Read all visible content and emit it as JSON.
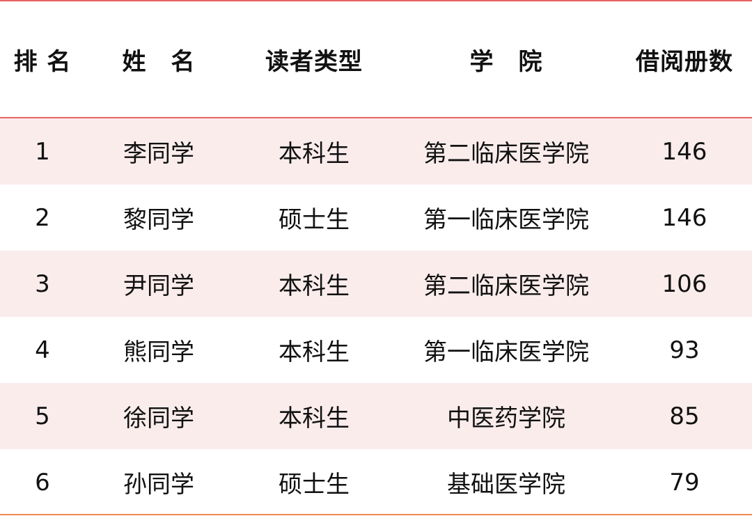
{
  "headers": [
    "排 名",
    "姓　名",
    "读者类型",
    "学　院",
    "借阅册数"
  ],
  "rows": [
    [
      "1",
      "李同学",
      "本科生",
      "第二临床医学院",
      "146"
    ],
    [
      "2",
      "黎同学",
      "硕士生",
      "第一临床医学院",
      "146"
    ],
    [
      "3",
      "尹同学",
      "本科生",
      "第二临床医学院",
      "106"
    ],
    [
      "4",
      "熊同学",
      "本科生",
      "第一临床医学院",
      "93"
    ],
    [
      "5",
      "徐同学",
      "本科生",
      "中医药学院",
      "85"
    ],
    [
      "6",
      "孙同学",
      "硕士生",
      "基础医学院",
      "79"
    ]
  ],
  "colors": {
    "accent_line": "#e96262",
    "shade_row": "#fbecec",
    "bottom_line": "#f08a4b"
  }
}
